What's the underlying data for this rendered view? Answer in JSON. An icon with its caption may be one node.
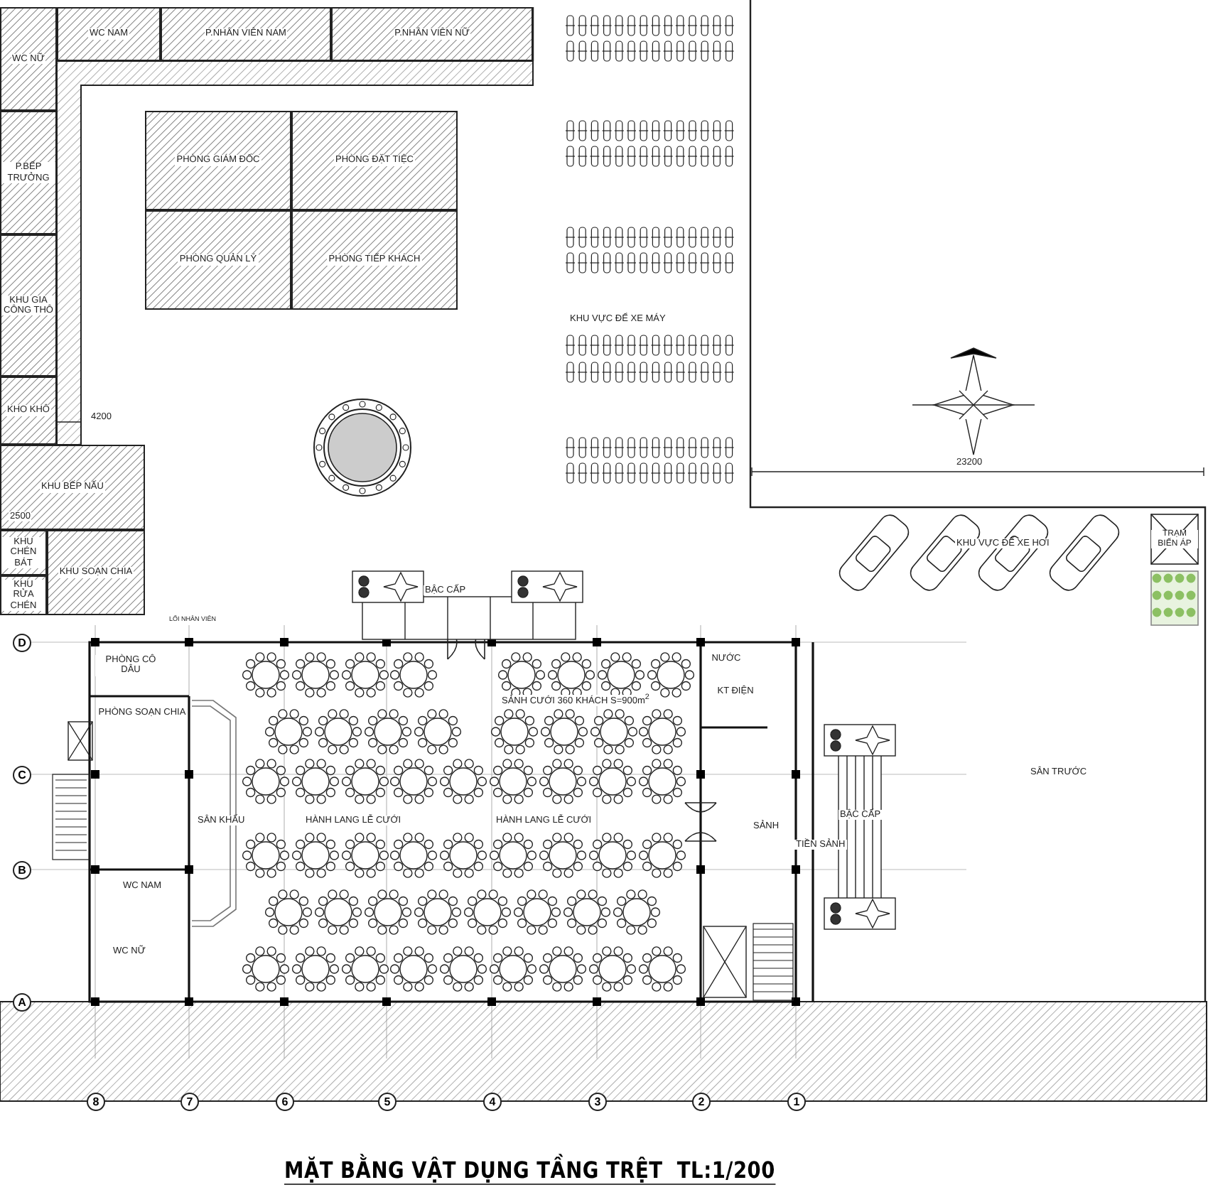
{
  "diagram": {
    "title": "MẶT BẰNG VẬT DỤNG TẦNG TRỆT  TL:1/200",
    "nodes": [
      {
        "text": [
          "WC NAM"
        ]
      },
      {
        "text": [
          "P.NHÂN VIÊN NAM"
        ]
      },
      {
        "text": [
          "P.NHÂN VIÊN NỮ"
        ]
      },
      {
        "text": [
          "WC NỮ"
        ]
      },
      {
        "text": [
          "PHÒNG GIÁM ĐỐC"
        ]
      },
      {
        "text": [
          "PHÒNG ĐẶT TIỆC"
        ]
      },
      {
        "text": [
          "P.BẾP TRƯỞNG"
        ]
      },
      {
        "text": [
          "PHÒNG QUẢN LÝ"
        ]
      },
      {
        "text": [
          "PHÒNG TIẾP KHÁCH"
        ]
      },
      {
        "text": [
          "KHU GIA CÔNG THÔ"
        ]
      },
      {
        "text": [
          "KHO KHÔ"
        ]
      },
      {
        "text": [
          "KHU BẾP NẤU"
        ]
      },
      {
        "text": [
          "KHU CHÉN BÁT"
        ]
      },
      {
        "text": [
          "KHU SOẠN CHIA"
        ]
      },
      {
        "text": [
          "TRẠM BIẾN ÁP"
        ]
      },
      {
        "text": [
          "KHU RỬA CHÉN"
        ]
      },
      {
        "text": [
          "PHÒNG CÔ DÂU"
        ]
      },
      {
        "text": [
          "NƯỚC"
        ]
      },
      {
        "text": [
          "KT ĐIỆN"
        ]
      },
      {
        "text": [
          "PHÒNG SOẠN CHIA"
        ]
      },
      {
        "text": [
          "WC NAM"
        ]
      },
      {
        "text": [
          "WC NỮ"
        ]
      }
    ],
    "labels": [
      "KHU VỰC ĐỂ XE MÁY",
      "4200",
      "23200",
      "2500",
      "KHU VỰC ĐỂ XE HƠI",
      "BẬC CẤP",
      "D",
      "LỐI NHÂN VIÊN",
      "SẢNH CƯỚI 360 KHÁCH S=900m$^{2}$",
      "C",
      "SÂN TRƯỚC",
      "SÂN KHẤU",
      "HÀNH LANG LỄ CƯỚI",
      "HÀNH LANG LỄ CƯỚI",
      "SẢNH",
      "BẬC CẤP",
      "TIỀN SẢNH",
      "B",
      "A",
      "8",
      "7",
      "6",
      "5",
      "4",
      "3",
      "2",
      "1"
    ]
  }
}
